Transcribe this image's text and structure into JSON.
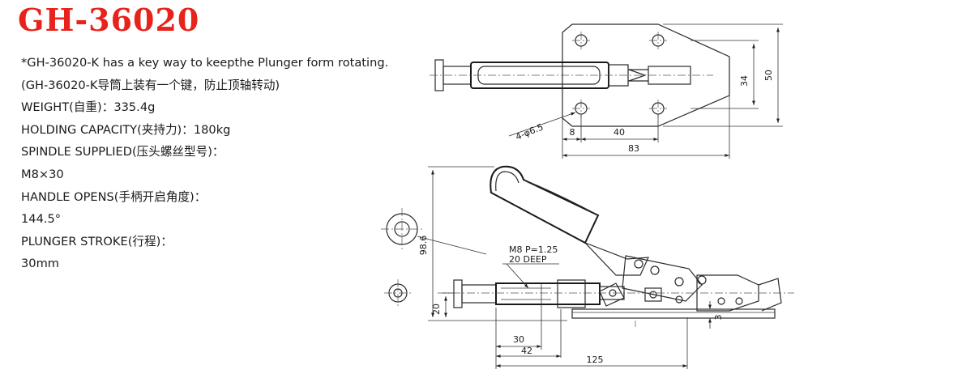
{
  "header": {
    "model": "GH-36020"
  },
  "specs": [
    "*GH-36020-K has a key way to keepthe Plunger form rotating.",
    "(GH-36020-K导筒上装有一个键，防止顶轴转动)",
    "WEIGHT(自重)：335.4g",
    "HOLDING CAPACITY(夹持力)：180kg",
    "SPINDLE SUPPLIED(压头螺丝型号)：",
    "M8×30",
    "HANDLE OPENS(手柄开启角度)：",
    "144.5°",
    "PLUNGER STROKE(行程)：",
    "30mm"
  ],
  "top_view": {
    "dim_34": "34",
    "dim_50": "50",
    "dim_hole": "4-φ6.5",
    "dim_8": "8",
    "dim_40": "40",
    "dim_83": "83"
  },
  "side_view": {
    "dim_986": "98.6",
    "dim_20": "20",
    "dim_3": "3",
    "dim_30": "30",
    "dim_42": "42",
    "dim_125": "125",
    "thread_note_1": "M8 P=1.25",
    "thread_note_2": "20 DEEP"
  }
}
